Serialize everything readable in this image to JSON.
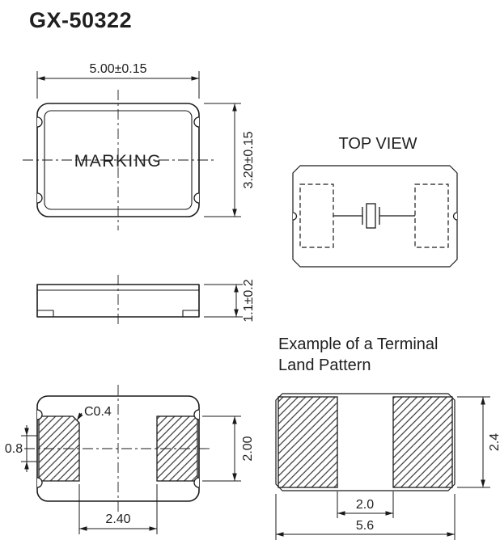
{
  "title": "GX-50322",
  "package_top_view": {
    "marking": "MARKING",
    "dim_body_width": "5.00±0.15",
    "dim_body_height": "3.20±0.15"
  },
  "internal_top_view": {
    "label": "TOP VIEW"
  },
  "side_view": {
    "dim_thickness": "1.1±0.2"
  },
  "bottom_view": {
    "dim_corner_chamfer": "C0.4",
    "dim_terminal_width": "0.8",
    "dim_terminal_length": "2.00",
    "dim_terminal_gap": "2.40"
  },
  "land_pattern": {
    "caption_line1": "Example of a Terminal",
    "caption_line2": "Land Pattern",
    "dim_pad_gap": "2.0",
    "dim_pattern_width": "5.6",
    "dim_pad_height": "2.4"
  },
  "colors": {
    "line": "#1a1a1a",
    "text": "#1f1f1f",
    "background": "#ffffff"
  }
}
